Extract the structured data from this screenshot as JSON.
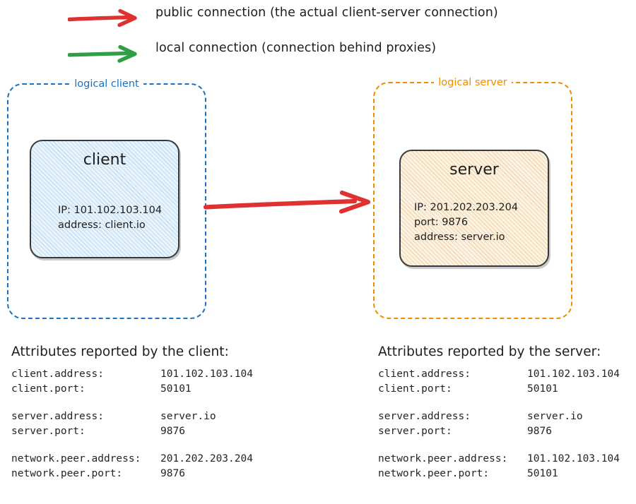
{
  "colors": {
    "public_arrow": "#e03131",
    "local_arrow": "#2f9e44",
    "logical_client_border": "#1971c2",
    "logical_server_border": "#f08c00",
    "node_border": "#343a40",
    "client_fill": "#eaf4fc",
    "server_fill": "#fdf3e3",
    "text": "#1e1e1e"
  },
  "legend": {
    "items": [
      {
        "icon": "red-arrow-icon",
        "color": "#e03131",
        "label": "public connection (the actual client-server connection)"
      },
      {
        "icon": "green-arrow-icon",
        "color": "#2f9e44",
        "label": "local connection (connection behind proxies)"
      }
    ]
  },
  "diagram": {
    "logical_client": {
      "label": "logical client",
      "node": {
        "title": "client",
        "lines": [
          "IP: 101.102.103.104",
          "address: client.io"
        ]
      }
    },
    "logical_server": {
      "label": "logical server",
      "node": {
        "title": "server",
        "lines": [
          "IP: 201.202.203.204",
          "port: 9876",
          "address: server.io"
        ]
      }
    },
    "connector": {
      "icon": "red-arrow-icon",
      "color": "#e03131",
      "direction": "client-to-server",
      "kind": "public connection"
    }
  },
  "attributes_client": {
    "heading": "Attributes reported by the client:",
    "groups": [
      [
        {
          "key": "client.address:",
          "value": "101.102.103.104"
        },
        {
          "key": "client.port:",
          "value": "50101"
        }
      ],
      [
        {
          "key": "server.address:",
          "value": "server.io"
        },
        {
          "key": "server.port:",
          "value": "9876"
        }
      ],
      [
        {
          "key": "network.peer.address:",
          "value": "201.202.203.204"
        },
        {
          "key": "network.peer.port:",
          "value": "9876"
        }
      ]
    ]
  },
  "attributes_server": {
    "heading": "Attributes reported by the server:",
    "groups": [
      [
        {
          "key": "client.address:",
          "value": "101.102.103.104"
        },
        {
          "key": "client.port:",
          "value": "50101"
        }
      ],
      [
        {
          "key": "server.address:",
          "value": "server.io"
        },
        {
          "key": "server.port:",
          "value": "9876"
        }
      ],
      [
        {
          "key": "network.peer.address:",
          "value": "101.102.103.104"
        },
        {
          "key": "network.peer.port:",
          "value": "50101"
        }
      ]
    ]
  }
}
